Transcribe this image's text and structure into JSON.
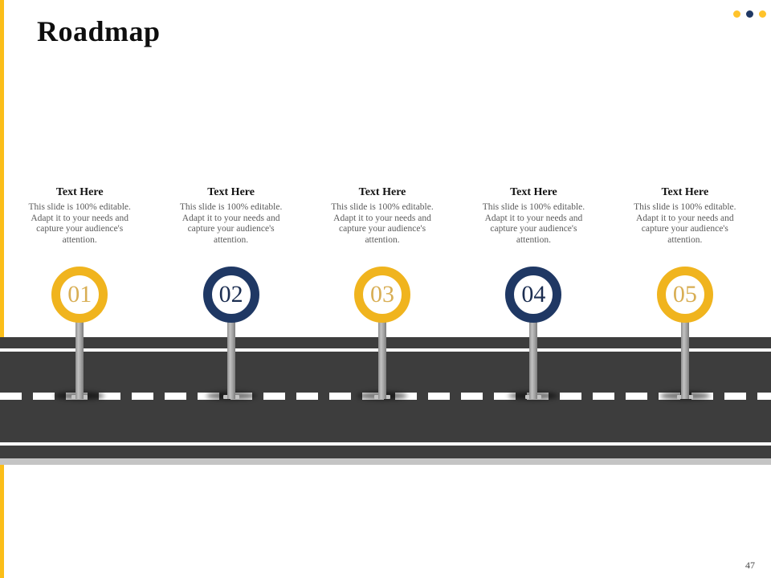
{
  "slide": {
    "title": "Roadmap",
    "page_number": "47"
  },
  "decor": {
    "dots": [
      {
        "name": "dot-yellow-1",
        "color": "#FFC32B"
      },
      {
        "name": "dot-navy",
        "color": "#1F3864"
      },
      {
        "name": "dot-yellow-2",
        "color": "#FFC32B"
      }
    ],
    "accent_bar_color": "#FBBE18"
  },
  "colors": {
    "road": "#3D3D3D",
    "road_strip": "#C4C4C4",
    "road_markings": "#FFFFFF",
    "ring_yellow": "#F0B41E",
    "ring_navy": "#1F3864",
    "number_gold": "#D8AE54",
    "number_navy": "#1C2E51",
    "body_text": "#5B5B5B"
  },
  "milestones": [
    {
      "number": "01",
      "variant": "yellow",
      "heading": "Text Here",
      "body": "This slide is 100% editable. Adapt it to your needs and capture your audience's attention."
    },
    {
      "number": "02",
      "variant": "navy",
      "heading": "Text Here",
      "body": "This slide is 100% editable. Adapt it to your needs and capture your audience's attention."
    },
    {
      "number": "03",
      "variant": "yellow",
      "heading": "Text Here",
      "body": "This slide is 100% editable. Adapt it to your needs and capture your audience's attention."
    },
    {
      "number": "04",
      "variant": "navy",
      "heading": "Text Here",
      "body": "This slide is 100% editable. Adapt it to your needs and capture your audience's attention."
    },
    {
      "number": "05",
      "variant": "yellow",
      "heading": "Text Here",
      "body": "This slide is 100% editable. Adapt it to your needs and capture your audience's attention."
    }
  ]
}
